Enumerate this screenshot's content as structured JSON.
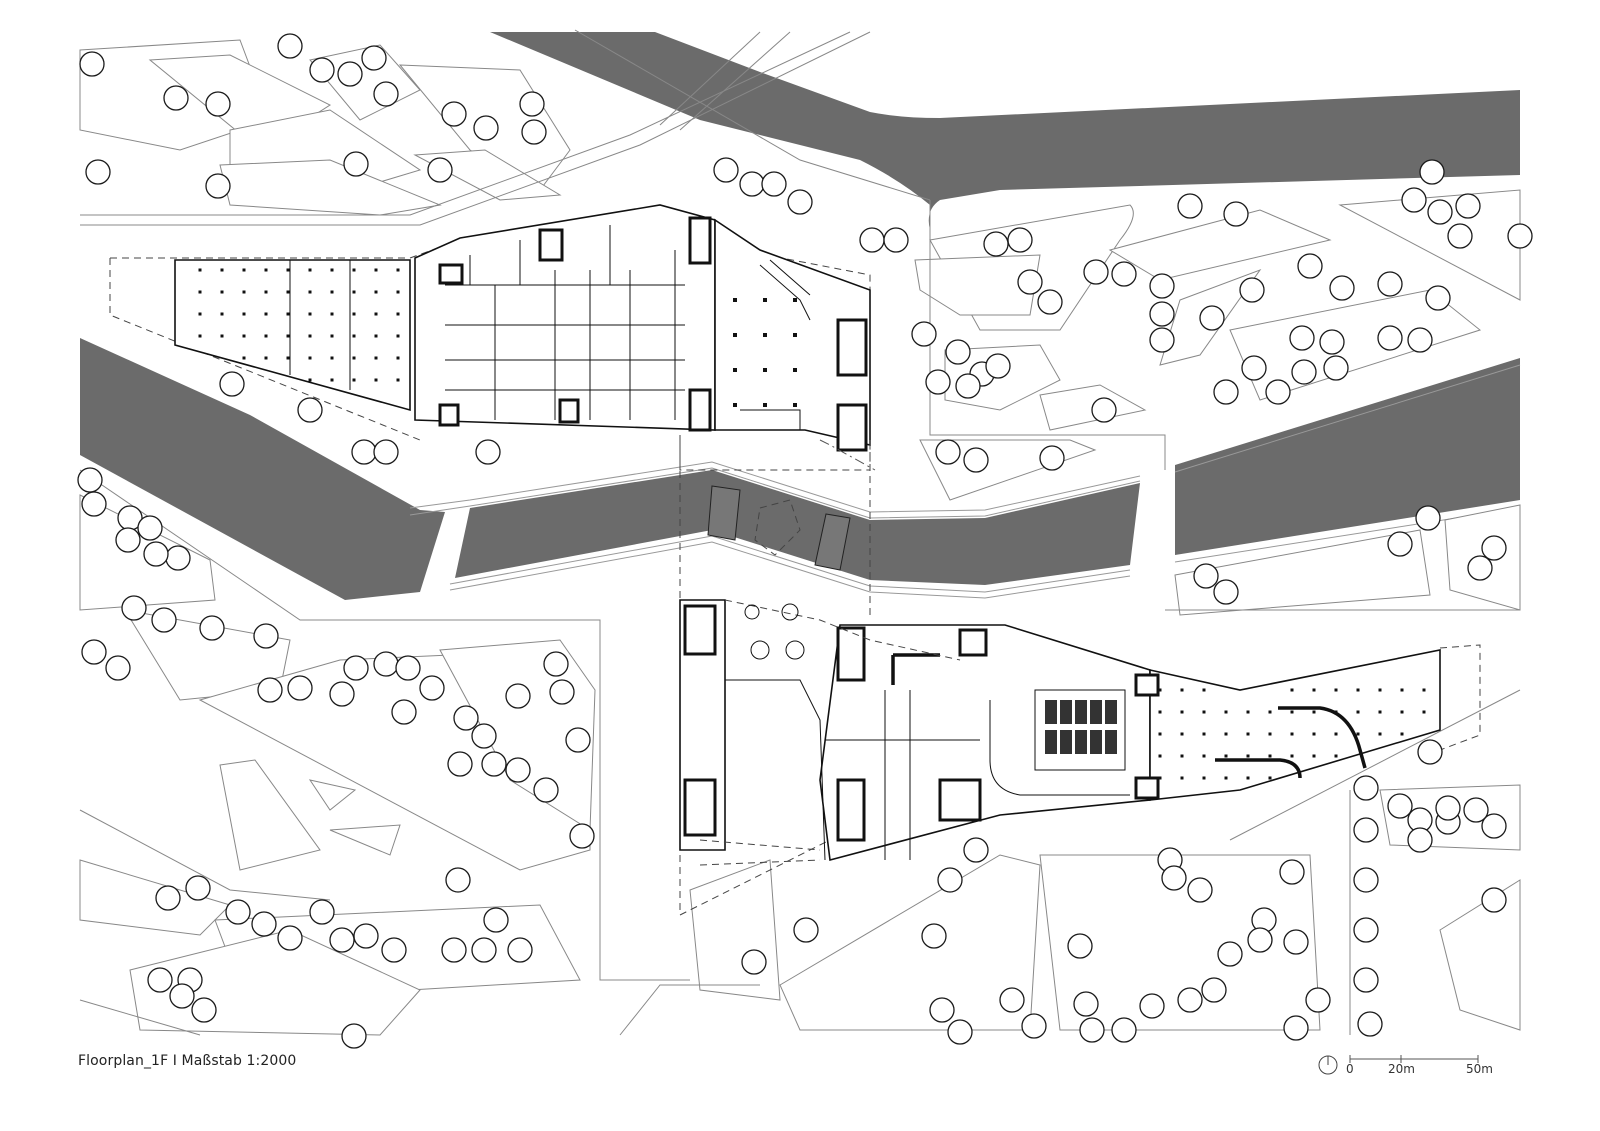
{
  "drawing": {
    "title": "Floorplan_1F",
    "separator": "I",
    "scale_text": "Maßstab 1:2000",
    "caption": "Floorplan_1F I Maßstab 1:2000"
  },
  "scale_bar": {
    "labels": [
      "0",
      "20m",
      "50m"
    ],
    "north_arrow": "north-arrow-icon"
  },
  "colors": {
    "water": "#6b6b6b",
    "linework": "#111111",
    "landscape_lines": "#888888",
    "background": "#ffffff"
  },
  "legend_elements": {
    "water_channels": "dark grey fill",
    "trees": "circles",
    "buildings": "floor plan linework",
    "upper_level_outline": "dashed line"
  }
}
